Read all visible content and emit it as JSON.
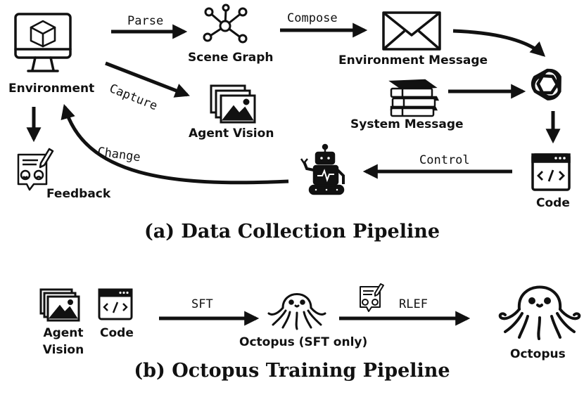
{
  "part_a": {
    "caption": "(a) Data Collection Pipeline",
    "nodes": {
      "environment": "Environment",
      "scene_graph": "Scene Graph",
      "environment_message": "Environment Message",
      "agent_vision": "Agent Vision",
      "system_message": "System Message",
      "feedback": "Feedback",
      "code": "Code"
    },
    "edges": {
      "parse": "Parse",
      "compose": "Compose",
      "capture": "Capture",
      "change": "Change",
      "control": "Control"
    },
    "icons": [
      "monitor-cube-icon",
      "graph-network-icon",
      "envelope-icon",
      "gallery-icon",
      "books-icon",
      "openai-logo-icon",
      "feedback-survey-icon",
      "robot-icon",
      "code-window-icon"
    ]
  },
  "part_b": {
    "caption": "(b) Octopus Training Pipeline",
    "nodes": {
      "agent_vision": "Agent\nVision",
      "code": "Code",
      "octopus_sft": "Octopus (SFT only)",
      "octopus": "Octopus"
    },
    "edges": {
      "sft": "SFT",
      "rlef": "RLEF"
    },
    "icons": [
      "gallery-icon",
      "code-window-icon",
      "octopus-small-icon",
      "feedback-survey-icon",
      "octopus-large-icon"
    ]
  }
}
